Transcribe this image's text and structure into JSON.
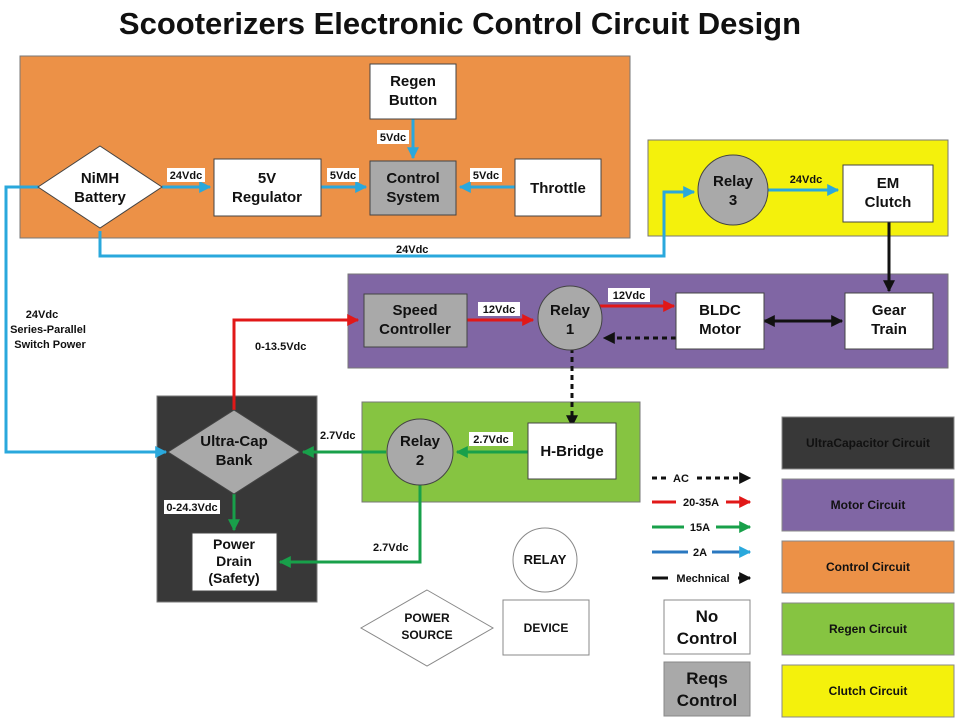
{
  "title": "Scooterizers Electronic Control Circuit Design",
  "colors": {
    "control": "#ec9147",
    "clutch": "#f4f10c",
    "motor": "#8066a4",
    "regen": "#86c441",
    "ultracap": "#383838",
    "line_2a": "#2aa8dc",
    "line_20_35a": "#e11818",
    "line_15a": "#18a04a",
    "line_ac": "#111111",
    "node_gray": "#a9a9a9"
  },
  "nodes": {
    "regen_button": [
      "Regen",
      "Button"
    ],
    "nimh_battery": [
      "NiMH",
      "Battery"
    ],
    "regulator": [
      "5V",
      "Regulator"
    ],
    "control_system": [
      "Control",
      "System"
    ],
    "throttle": [
      "Throttle"
    ],
    "relay3": [
      "Relay",
      "3"
    ],
    "em_clutch": [
      "EM",
      "Clutch"
    ],
    "speed_controller": [
      "Speed",
      "Controller"
    ],
    "relay1": [
      "Relay",
      "1"
    ],
    "bldc_motor": [
      "BLDC",
      "Motor"
    ],
    "gear_train": [
      "Gear",
      "Train"
    ],
    "ultracap_bank": [
      "Ultra-Cap",
      "Bank"
    ],
    "relay2": [
      "Relay",
      "2"
    ],
    "hbridge": [
      "H-Bridge"
    ],
    "power_drain": [
      "Power",
      "Drain",
      "(Safety)"
    ]
  },
  "wire_labels": {
    "regen_to_control": "5Vdc",
    "battery_to_regulator": "24Vdc",
    "regulator_to_control": "5Vdc",
    "throttle_to_control": "5Vdc",
    "relay3_to_clutch": "24Vdc",
    "battery_to_relay3": "24Vdc",
    "series_parallel": [
      "24Vdc",
      "Series-Parallel",
      "Switch Power"
    ],
    "ultracap_to_speed": "0-13.5Vdc",
    "speed_to_relay1": "12Vdc",
    "relay1_to_motor": "12Vdc",
    "relay2_to_ultracap": "2.7Vdc",
    "hbridge_to_relay2": "2.7Vdc",
    "ultracap_to_drain": "0-24.3Vdc",
    "relay2_to_drain": "2.7Vdc"
  },
  "shape_legend": {
    "relay": "RELAY",
    "power_source": [
      "POWER",
      "SOURCE"
    ],
    "device": "DEVICE",
    "no_control": [
      "No",
      "Control"
    ],
    "reqs_control": [
      "Reqs",
      "Control"
    ]
  },
  "line_legend": [
    "AC",
    "20-35A",
    "15A",
    "2A",
    "Mechnical"
  ],
  "circuit_legend": [
    "UltraCapacitor Circuit",
    "Motor Circuit",
    "Control Circuit",
    "Regen Circuit",
    "Clutch Circuit"
  ]
}
